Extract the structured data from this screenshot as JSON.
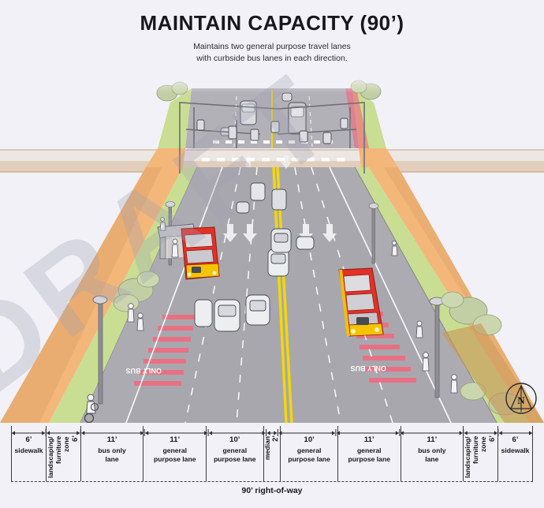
{
  "header": {
    "title": "MAINTAIN CAPACITY (90’)",
    "subtitle_line1": "Maintains two general purpose travel lanes",
    "subtitle_line2": "with curbside bus lanes in each direction."
  },
  "watermark": {
    "text": "DRAFT"
  },
  "compass": {
    "label": "N"
  },
  "scene": {
    "pavement_markings": {
      "bus_lane_left": "ONLY BUS",
      "bus_lane_right": "ONLY BUS"
    },
    "colors": {
      "background": "#f1f1f7",
      "asphalt": "#a9a7ae",
      "asphalt_far": "#b3b1b8",
      "sidewalk": "#f3b77a",
      "sidewalk_shade": "#e0a36a",
      "landscaping": "#c9de92",
      "bus_lane_red": "#f2697e",
      "center_line_yellow": "#f5d800",
      "lane_line_white": "#ffffff",
      "bus_red": "#e23127",
      "bus_yellow": "#f5c400",
      "tree_green": "#c2cfa4",
      "tree_brown": "#c79a5a",
      "pole_gray": "#8e8e95"
    }
  },
  "dimensions": {
    "segments": [
      {
        "width_label": "6’",
        "name": "sidewalk",
        "feet": 6,
        "orientation": "horizontal"
      },
      {
        "width_label": "6’",
        "name": "landscaping/\nfurniture zone",
        "feet": 6,
        "orientation": "vertical"
      },
      {
        "width_label": "11’",
        "name": "bus only\nlane",
        "feet": 11,
        "orientation": "horizontal"
      },
      {
        "width_label": "11’",
        "name": "general\npurpose lane",
        "feet": 11,
        "orientation": "horizontal"
      },
      {
        "width_label": "10’",
        "name": "general\npurpose lane",
        "feet": 10,
        "orientation": "horizontal"
      },
      {
        "width_label": "2’",
        "name": "median",
        "feet": 2,
        "orientation": "vertical"
      },
      {
        "width_label": "10’",
        "name": "general\npurpose lane",
        "feet": 10,
        "orientation": "horizontal"
      },
      {
        "width_label": "11’",
        "name": "general\npurpose lane",
        "feet": 11,
        "orientation": "horizontal"
      },
      {
        "width_label": "11’",
        "name": "bus only\nlane",
        "feet": 11,
        "orientation": "horizontal"
      },
      {
        "width_label": "6’",
        "name": "landscaping/\nfurniture zone",
        "feet": 6,
        "orientation": "vertical"
      },
      {
        "width_label": "6’",
        "name": "sidewalk",
        "feet": 6,
        "orientation": "horizontal"
      }
    ],
    "total_label": "90’ right-of-way",
    "total_feet": 90
  }
}
